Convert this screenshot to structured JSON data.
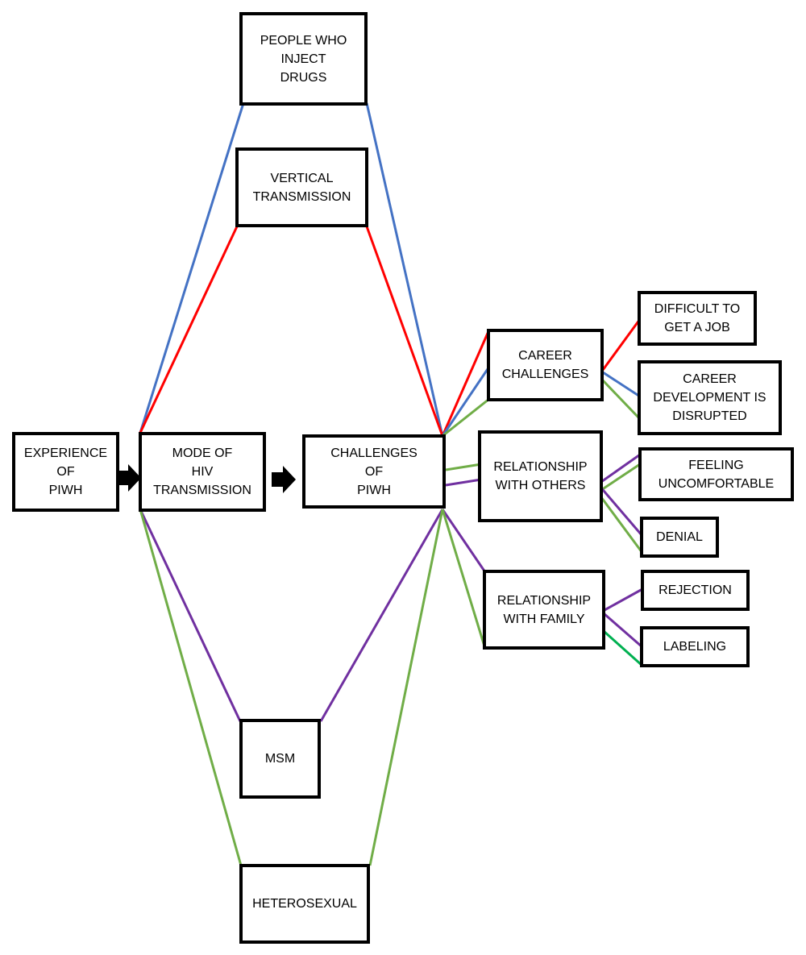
{
  "nodes": {
    "experience": "EXPERIENCE\nOF\nPIWH",
    "mode": "MODE OF\nHIV\nTRANSMISSION",
    "challenges": "CHALLENGES\nOF\nPIWH",
    "pwid": "PEOPLE WHO\nINJECT\nDRUGS",
    "vertical": "VERTICAL\nTRANSMISSION",
    "msm": "MSM",
    "hetero": "HETEROSEXUAL",
    "career": "CAREER\nCHALLENGES",
    "others": "RELATIONSHIP\nWITH OTHERS",
    "family": "RELATIONSHIP\nWITH FAMILY",
    "job": "DIFFICULT TO\nGET A JOB",
    "development": "CAREER\nDEVELOPMENT IS\nDISRUPTED",
    "uncomfortable": "FEELING\nUNCOMFORTABLE",
    "denial": "DENIAL",
    "rejection": "REJECTION",
    "labeling": "LABELING"
  },
  "colors": {
    "blue": "#4472c4",
    "red": "#ff0000",
    "purple": "#7030a0",
    "green": "#70ad47",
    "dark_green": "#00b050"
  },
  "connectors": [
    {
      "from": "mode",
      "to": "pwid",
      "color": "blue"
    },
    {
      "from": "mode",
      "to": "vertical",
      "color": "red"
    },
    {
      "from": "mode",
      "to": "msm",
      "color": "purple"
    },
    {
      "from": "mode",
      "to": "hetero",
      "color": "green"
    },
    {
      "from": "pwid",
      "to": "challenges",
      "color": "blue"
    },
    {
      "from": "vertical",
      "to": "challenges",
      "color": "red"
    },
    {
      "from": "msm",
      "to": "challenges",
      "color": "purple"
    },
    {
      "from": "hetero",
      "to": "challenges",
      "color": "green"
    },
    {
      "from": "challenges",
      "to": "career",
      "color": "red"
    },
    {
      "from": "challenges",
      "to": "career",
      "color": "blue"
    },
    {
      "from": "challenges",
      "to": "career",
      "color": "green"
    },
    {
      "from": "challenges",
      "to": "others",
      "color": "green"
    },
    {
      "from": "challenges",
      "to": "others",
      "color": "purple"
    },
    {
      "from": "challenges",
      "to": "family",
      "color": "purple"
    },
    {
      "from": "challenges",
      "to": "family",
      "color": "green"
    },
    {
      "from": "career",
      "to": "job",
      "color": "red"
    },
    {
      "from": "career",
      "to": "development",
      "color": "blue"
    },
    {
      "from": "career",
      "to": "development",
      "color": "green"
    },
    {
      "from": "others",
      "to": "uncomfortable",
      "color": "purple"
    },
    {
      "from": "others",
      "to": "uncomfortable",
      "color": "green"
    },
    {
      "from": "others",
      "to": "denial",
      "color": "purple"
    },
    {
      "from": "others",
      "to": "denial",
      "color": "green"
    },
    {
      "from": "family",
      "to": "rejection",
      "color": "purple"
    },
    {
      "from": "family",
      "to": "labeling",
      "color": "purple"
    },
    {
      "from": "family",
      "to": "labeling",
      "color": "dark_green"
    }
  ]
}
